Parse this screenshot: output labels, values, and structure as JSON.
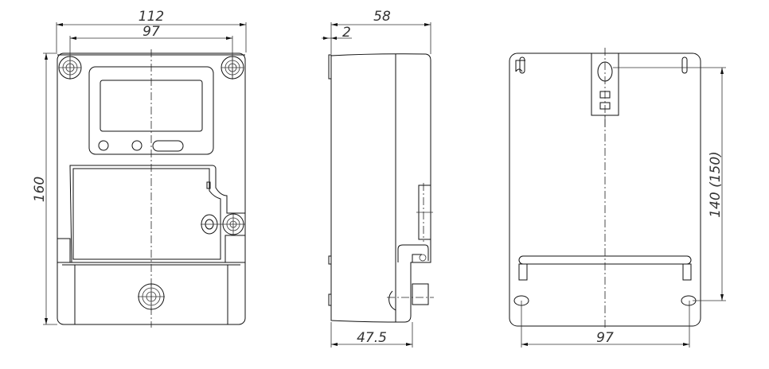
{
  "front_view": {
    "width_overall": "112",
    "hole_spacing": "97",
    "height": "160"
  },
  "side_view": {
    "depth_overall": "58",
    "lip": "2",
    "body_depth": "47.5"
  },
  "back_view": {
    "hole_spacing_vertical": "140 (150)",
    "hole_spacing_horizontal": "97"
  }
}
